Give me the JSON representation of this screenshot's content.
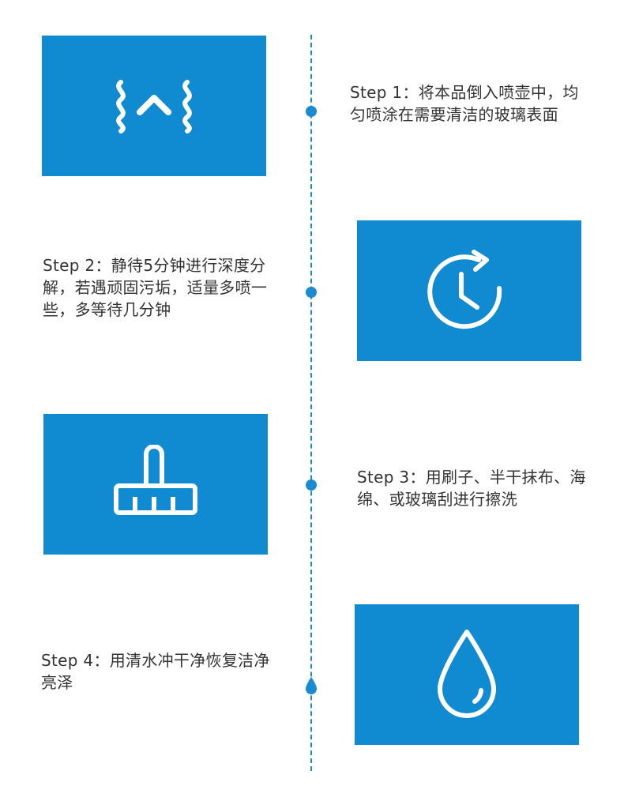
{
  "steps": [
    {
      "text": "Step 1：将本品倒入喷壶中，均匀喷涂在需要清洁的玻璃表面",
      "icon": "spray-icon"
    },
    {
      "text": "Step 2：静待5分钟进行深度分解，若遇顽固污垢，适量多喷一些，多等待几分钟",
      "icon": "clock-icon"
    },
    {
      "text": "Step 3：用刷子、半干抹布、海绵、或玻璃刮进行擦洗",
      "icon": "brush-icon"
    },
    {
      "text": "Step 4：用清水冲干净恢复洁净亮泽",
      "icon": "water-drop-icon"
    }
  ],
  "colors": {
    "accent": "#108ad0",
    "text": "#333333",
    "background": "#ffffff"
  }
}
